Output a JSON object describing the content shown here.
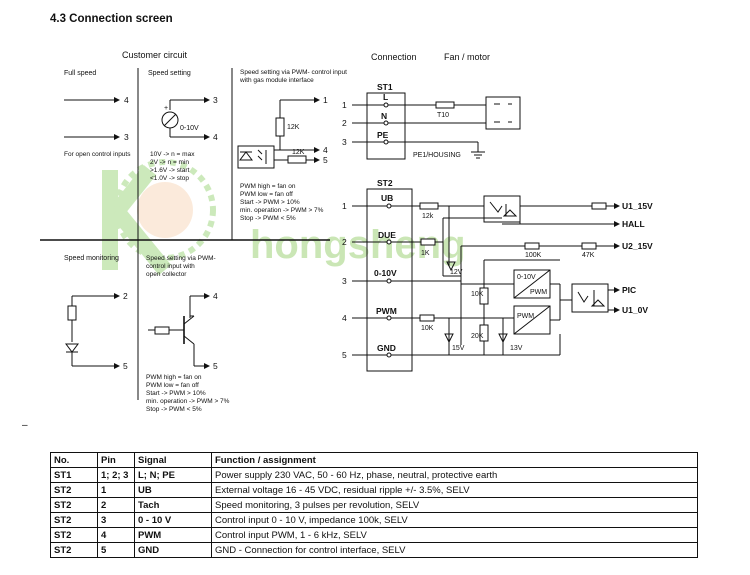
{
  "title": "4.3 Connection screen",
  "headers": {
    "customer": "Customer circuit",
    "connection": "Connection",
    "fan": "Fan / motor"
  },
  "watermark": "hongsheng",
  "panels": {
    "full_speed": "Full speed",
    "speed_setting": "Speed setting",
    "pwm_gas": [
      "Speed setting via PWM- control input",
      "with gas module interface"
    ],
    "open_ctrl": "For open control inputs",
    "speed_monitoring": "Speed monitoring",
    "pwm_oc": [
      "Speed setting via PWM-",
      "control input with",
      "open collector"
    ]
  },
  "notes": {
    "voltage": [
      "10V -> n = max",
      "2V -> n = min",
      ">1.6V ->  start",
      "<1.0V ->  stop"
    ],
    "pwm1": [
      "PWM high = fan on",
      "PWM low  = fan off",
      "Start ->        PWM > 10%",
      "min. operation -> PWM > 7%",
      "Stop ->           PWM < 5%"
    ],
    "pwm2": [
      "PWM high = fan on",
      "PWM low  = fan off",
      "Start ->        PWM > 10%",
      "min. operation -> PWM > 7%",
      "Stop ->           PWM < 5%"
    ]
  },
  "labels": {
    "pot": "0-10V",
    "r12k_a": "12K",
    "r12k_b": "12K",
    "r12k_c": "12k",
    "r1k": "1K",
    "r10k": "10K",
    "r10k_v": "10K",
    "r20k": "20K",
    "r100k": "100K",
    "r47k": "47K",
    "z12": "12V",
    "z15": "15V",
    "z13": "13V",
    "t10": "T10",
    "pe": "PE1/HOUSING",
    "blk1": "0-10V",
    "blk2": "PWM",
    "blk3": "PWM",
    "plus": "+",
    "gt_a": "+",
    "gt_b": "+"
  },
  "st1": {
    "name": "ST1",
    "pins": [
      "L",
      "N",
      "PE"
    ],
    "nums": [
      "1",
      "2",
      "3"
    ]
  },
  "st2": {
    "name": "ST2",
    "pins": [
      "UB",
      "DUE",
      "0-10V",
      "PWM",
      "GND"
    ],
    "nums": [
      "1",
      "2",
      "3",
      "4",
      "5"
    ]
  },
  "outputs": [
    "U1_15V",
    "HALL",
    "U2_15V",
    "PIC",
    "U1_0V"
  ],
  "cust_pins": {
    "fs": [
      "4",
      "3"
    ],
    "ss": [
      "3",
      "4"
    ],
    "pg": [
      "1",
      "4",
      "5"
    ],
    "sm": [
      "2",
      "5"
    ],
    "oc": [
      "4",
      "5"
    ]
  },
  "table": {
    "headers": [
      "No.",
      "Pin",
      "Signal",
      "Function / assignment"
    ],
    "rows": [
      [
        "ST1",
        "1; 2; 3",
        "L; N; PE",
        "Power supply 230 VAC, 50 - 60 Hz, phase, neutral, protective earth"
      ],
      [
        "ST2",
        "1",
        "UB",
        "External voltage 16 - 45 VDC, residual ripple +/- 3.5%, SELV"
      ],
      [
        "ST2",
        "2",
        "Tach",
        "Speed monitoring, 3 pulses per revolution, SELV"
      ],
      [
        "ST2",
        "3",
        "0 - 10 V",
        "Control input 0 - 10 V, impedance 100k, SELV"
      ],
      [
        "ST2",
        "4",
        "PWM",
        "Control input PWM, 1 - 6 kHz, SELV"
      ],
      [
        "ST2",
        "5",
        "GND",
        "GND - Connection for control interface, SELV"
      ]
    ]
  }
}
